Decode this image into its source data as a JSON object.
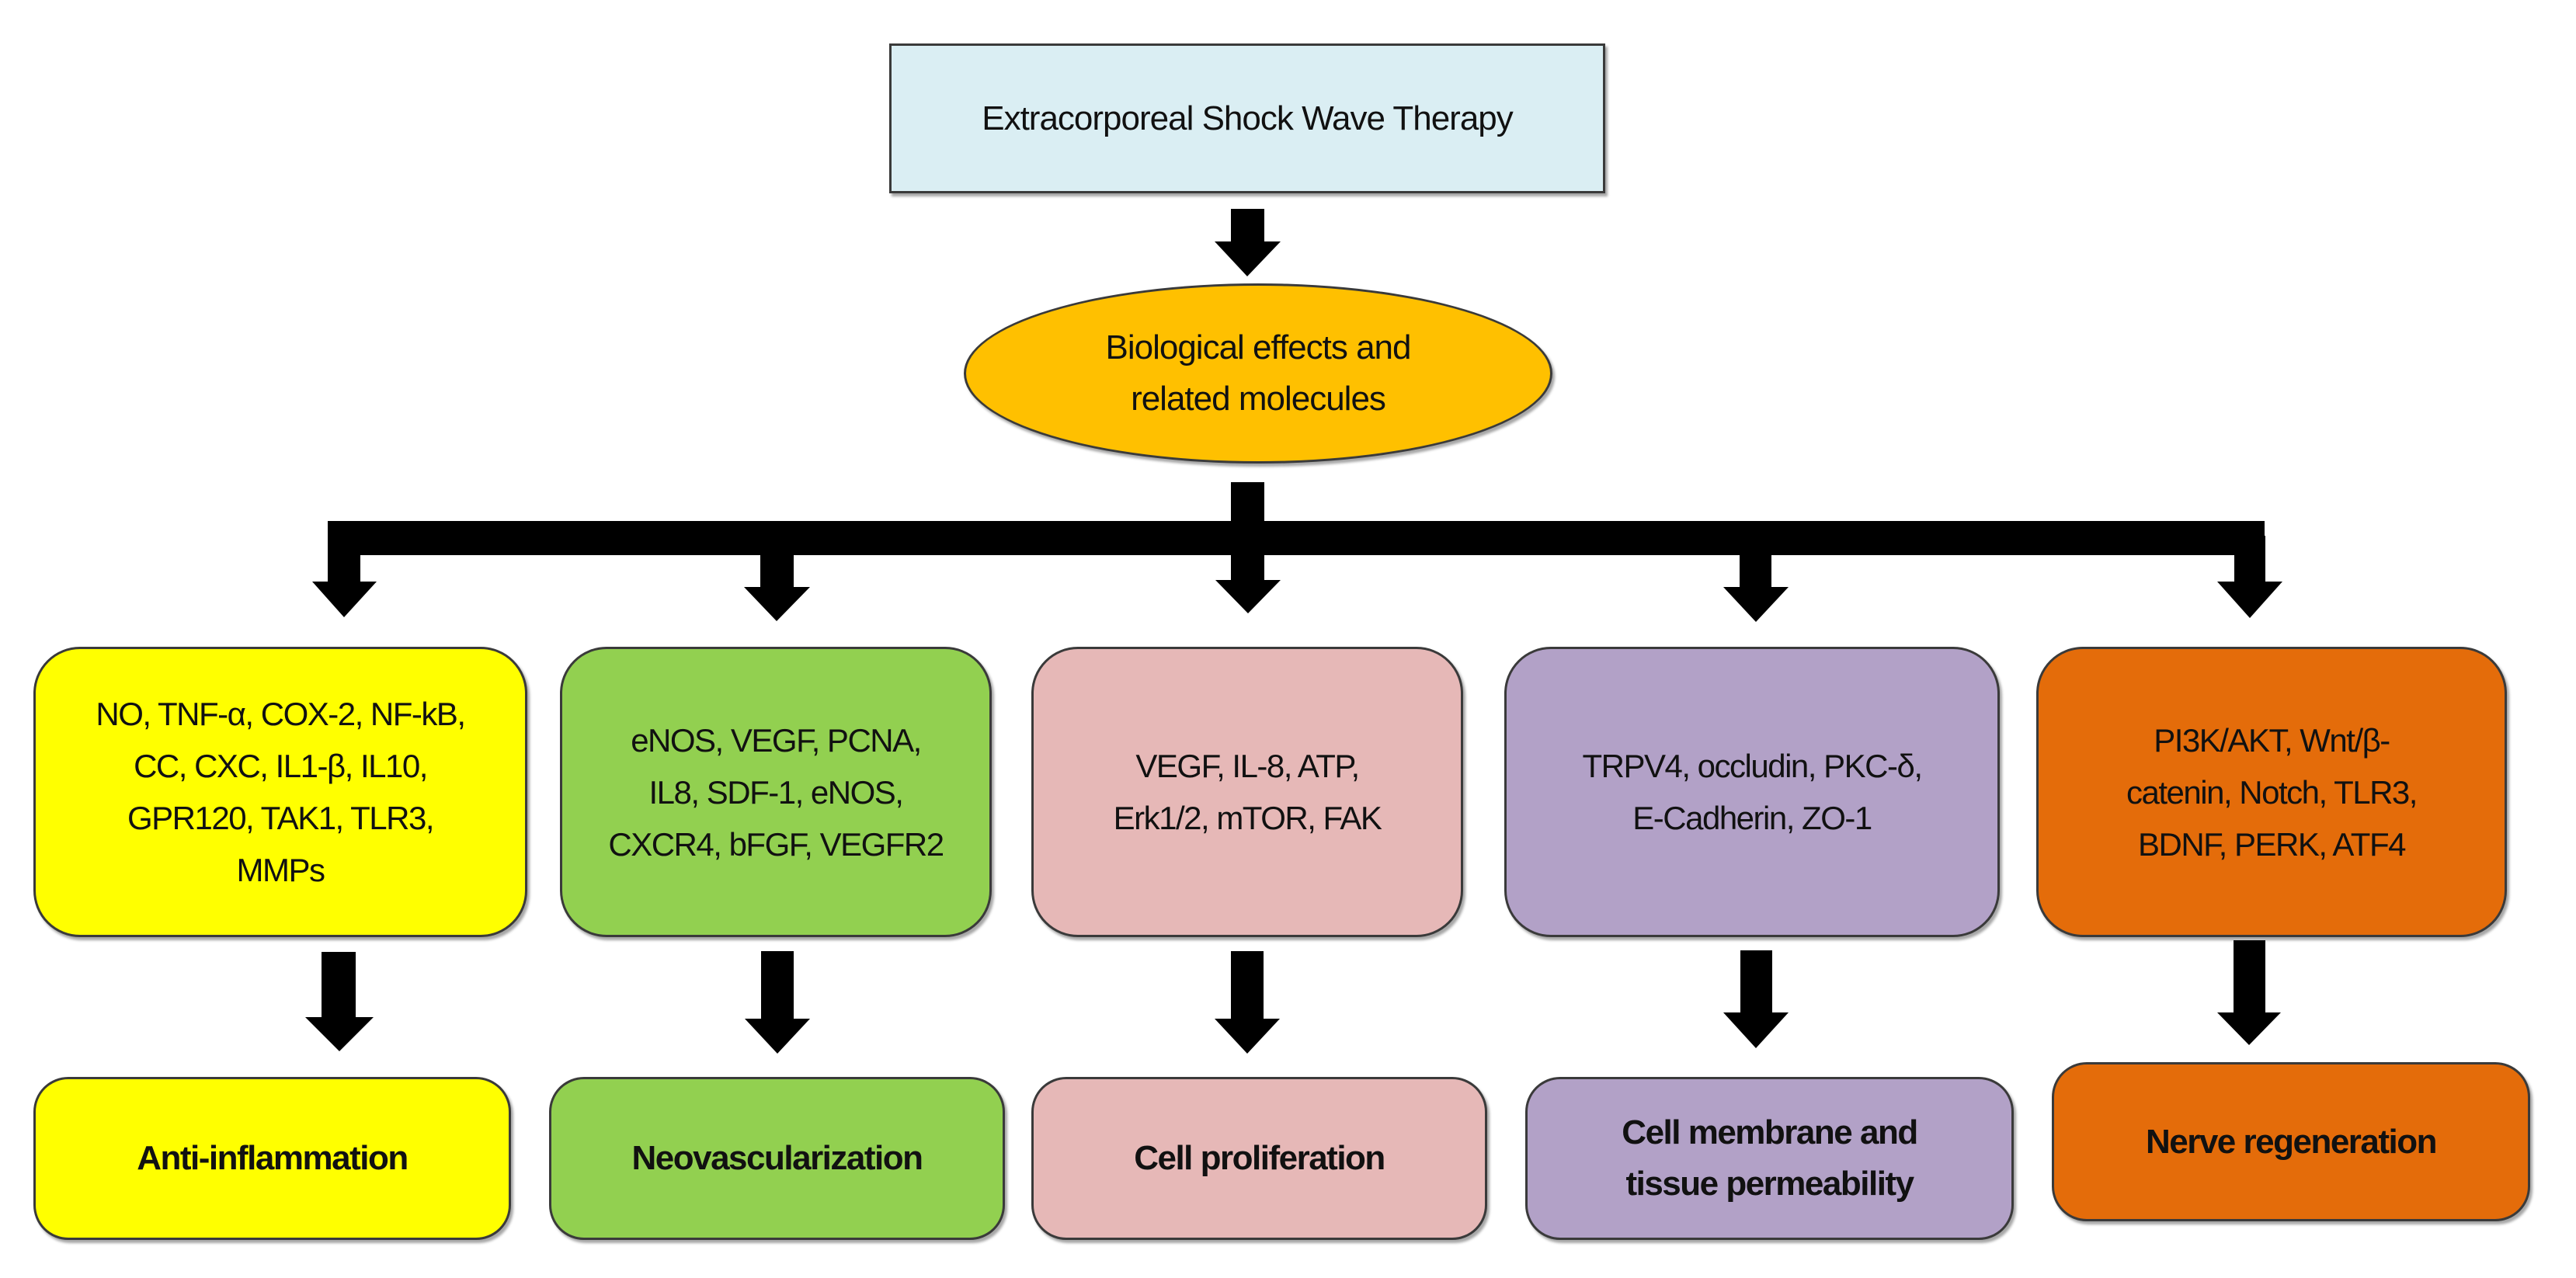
{
  "root": {
    "title": "Extracorporeal Shock Wave Therapy",
    "color": "#DAEEF3"
  },
  "hub": {
    "lines": [
      "Biological effects and",
      "related molecules"
    ],
    "color": "#FFC000"
  },
  "branches": [
    {
      "color": "#FFFF00",
      "molecules": [
        "NO, TNF-α, COX-2, NF-kB,",
        "CC, CXC, IL1-β, IL10,",
        "GPR120, TAK1, TLR3,",
        "MMPs"
      ],
      "outcome": [
        "Anti-inflammation"
      ]
    },
    {
      "color": "#92D050",
      "molecules": [
        "eNOS, VEGF, PCNA,",
        "IL8, SDF-1, eNOS,",
        "CXCR4, bFGF, VEGFR2"
      ],
      "outcome": [
        "Neovascularization"
      ]
    },
    {
      "color": "#E6B8B7",
      "molecules": [
        "VEGF, IL-8, ATP,",
        "Erk1/2, mTOR, FAK"
      ],
      "outcome": [
        "Cell proliferation"
      ]
    },
    {
      "color": "#B2A1C7",
      "molecules": [
        "TRPV4, occludin, PKC-δ,",
        "E-Cadherin, ZO-1"
      ],
      "outcome": [
        "Cell membrane and",
        "tissue permeability"
      ]
    },
    {
      "color": "#E46C0A",
      "molecules": [
        "PI3K/AKT, Wnt/β-",
        "catenin, Notch, TLR3,",
        "BDNF, PERK, ATF4"
      ],
      "outcome": [
        "Nerve regeneration"
      ]
    }
  ],
  "arrow_color": "#000000"
}
